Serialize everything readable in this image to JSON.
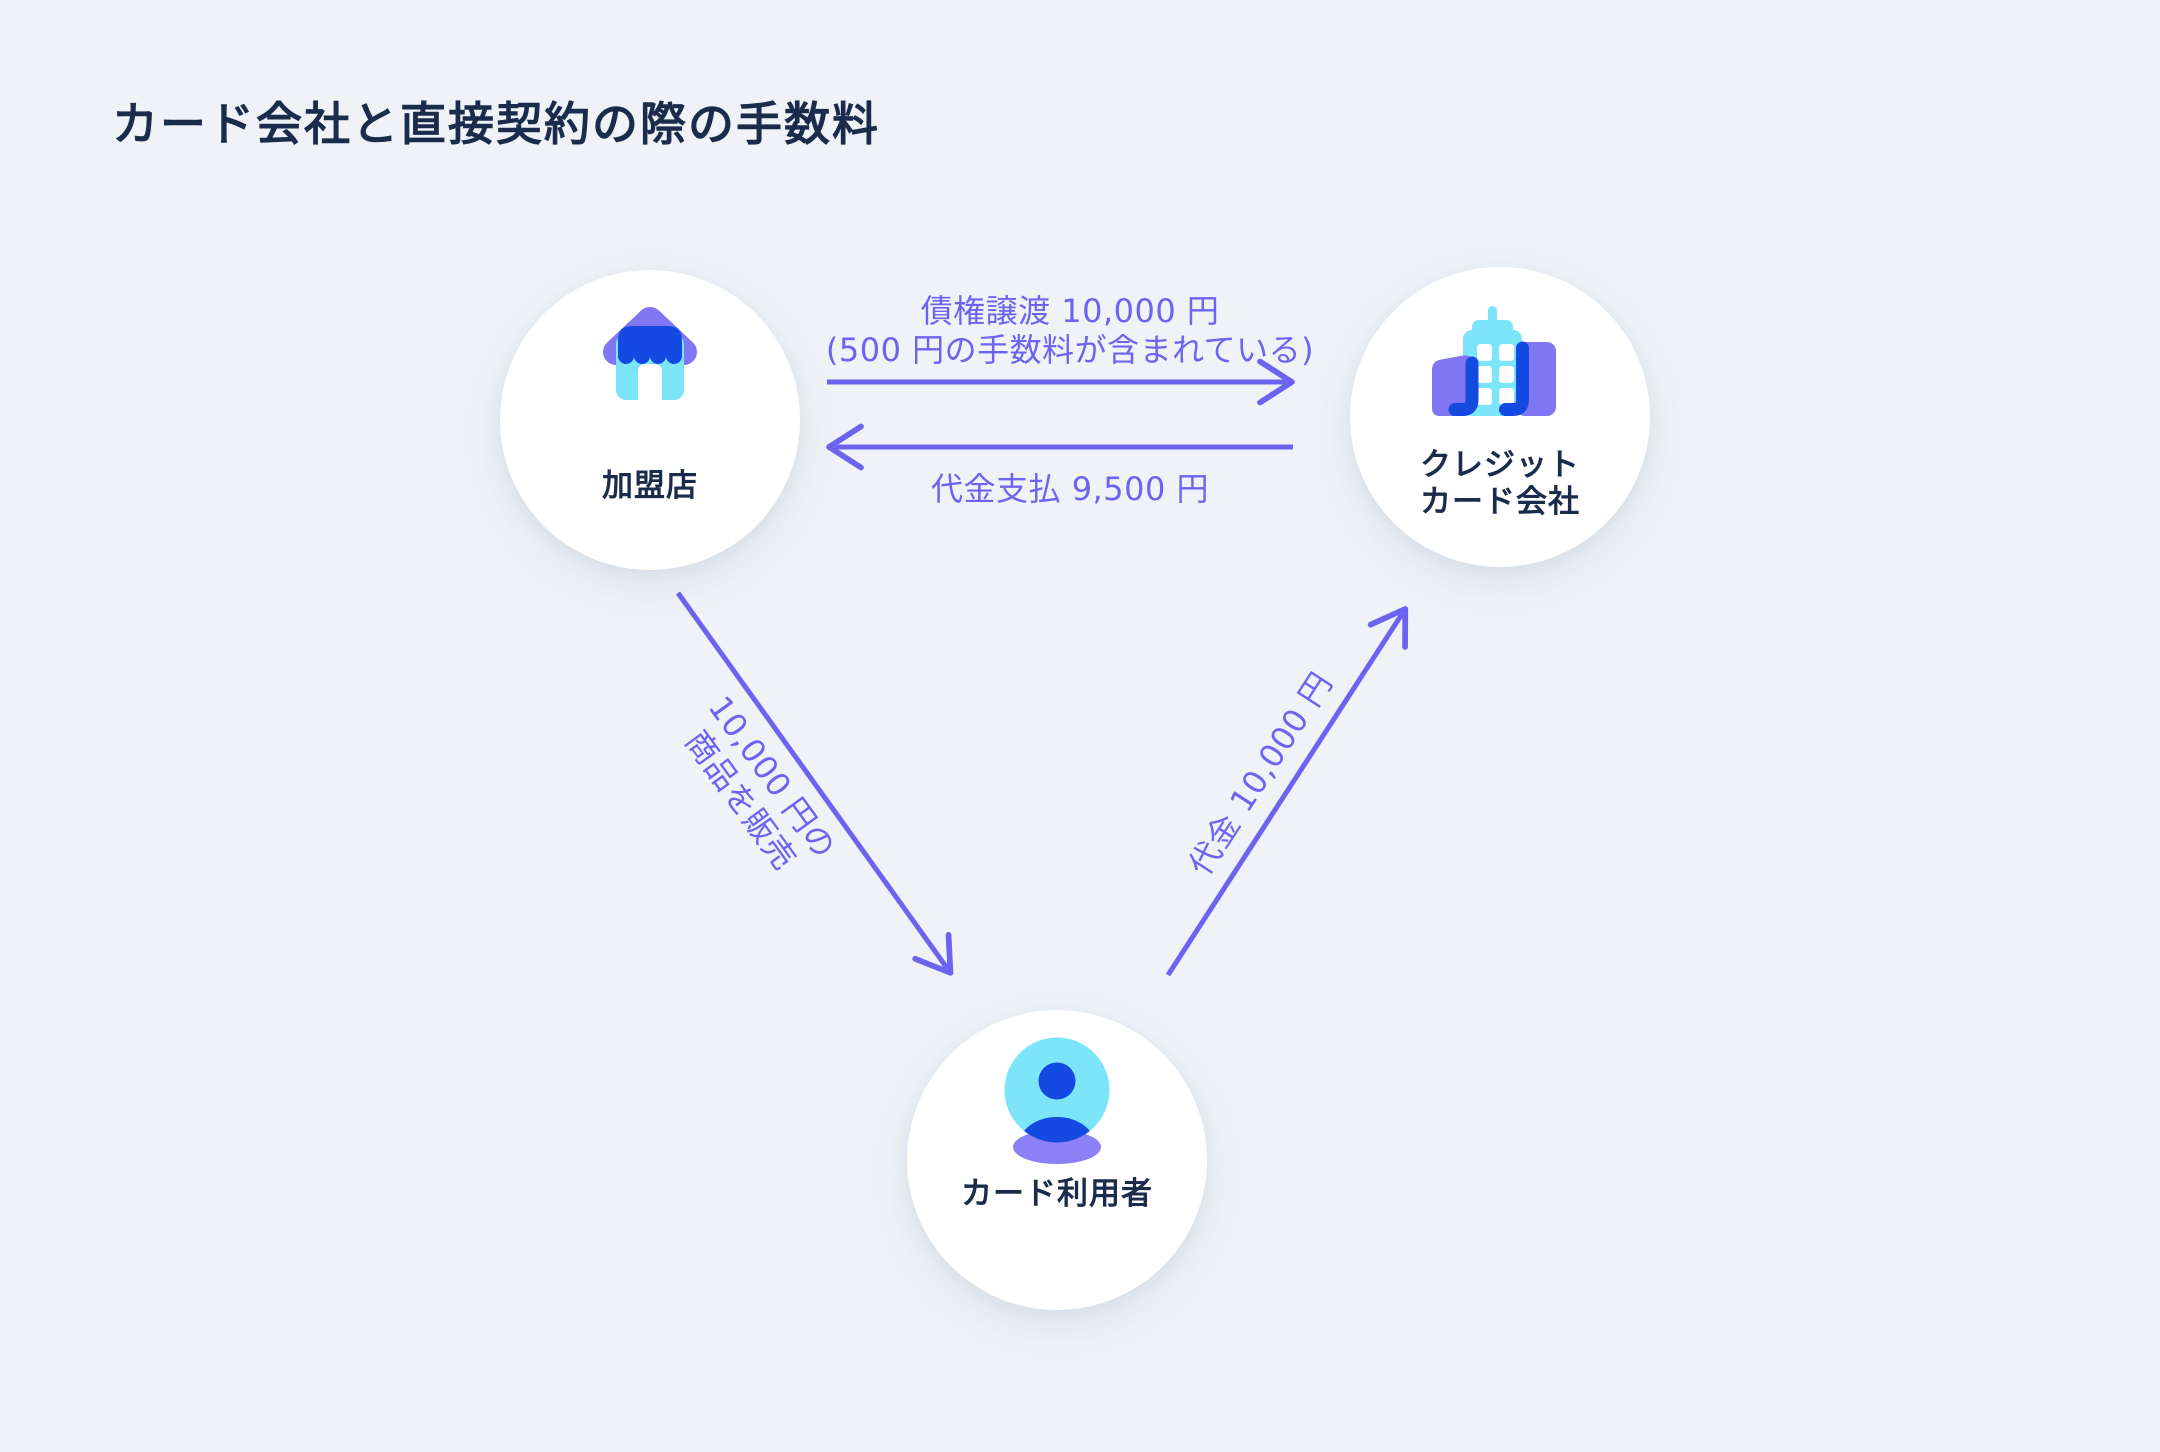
{
  "title": "カード会社と直接契約の際の手数料",
  "colors": {
    "background": "#eff3f7",
    "text_navy": "#1b2b4c",
    "accent_purple": "#6c63f1",
    "node_white": "#ffffff",
    "icon_cyan": "#7ce5fa",
    "icon_blue": "#1449e2",
    "icon_purple": "#8176f3",
    "icon_purple_light": "#8b80f5"
  },
  "nodes": {
    "merchant": {
      "label": "加盟店",
      "icon": "storefront-icon"
    },
    "card_company": {
      "label_line1": "クレジット",
      "label_line2": "カード会社",
      "icon": "office-building-icon"
    },
    "card_user": {
      "label": "カード利用者",
      "icon": "person-icon"
    }
  },
  "flows": {
    "receivable_transfer": {
      "label_line1": "債権譲渡 10,000 円",
      "label_line2": "(500 円の手数料が含まれている)",
      "from": "加盟店",
      "to": "クレジットカード会社",
      "direction": "right"
    },
    "payment_to_merchant": {
      "label": "代金支払 9,500 円",
      "from": "クレジットカード会社",
      "to": "加盟店",
      "direction": "left"
    },
    "product_sale": {
      "label_line1": "10,000 円の",
      "label_line2": "商品を販売",
      "from": "加盟店",
      "to": "カード利用者",
      "direction": "down-right"
    },
    "payment_to_company": {
      "label": "代金 10,000 円",
      "from": "カード利用者",
      "to": "クレジットカード会社",
      "direction": "up-right"
    }
  }
}
